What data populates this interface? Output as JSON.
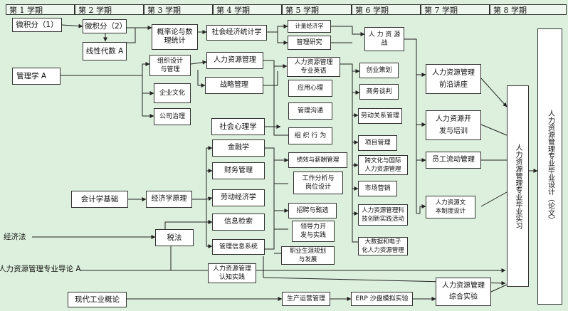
{
  "semesters": [
    "第 1 学期",
    "第 2 学期",
    "第 3 学期",
    "第 4 学期",
    "第 5 学期",
    "第 6 学期",
    "第 7 学期",
    "第 8 学期"
  ],
  "courses": {
    "calc1": "微积分（1）",
    "calc2": "微积分（2）",
    "linear_algebra": "线性代数 A",
    "probability": "概率论与数\n理统计",
    "social_stats": "社会经济统计学",
    "econometrics": "计量经济学",
    "mgmt_research": "管理研究",
    "hr_strategy": "人 力 资 源\n战",
    "mgmt_a": "管理学 A",
    "org_design": "组织设计\n与管理",
    "hrm": "人力资源管理",
    "hr_english": "人力资源管理\n专业英语",
    "entrepreneurship": "创业策划",
    "frontier": "人力资源管理\n前沿讲座",
    "corp_culture": "企业文化",
    "strategic_mgmt": "战略管理",
    "applied_psych": "应用心理",
    "negotiation": "商务谈判",
    "hr_dev": "人力资源开\n发与培训",
    "corp_gov": "公司治理",
    "mgmt_comm": "管理沟通",
    "labor_relations": "劳动关系管理",
    "social_psych": "社会心理学",
    "org_behavior": "组 织 行 为",
    "project_mgmt": "项目管理",
    "finance": "金融学",
    "compensation": "绩效与薪酬管理",
    "cross_cultural": "跨文化与国际\n人力资源管理",
    "turnover": "员工流动管理",
    "financial_mgmt": "财务管理",
    "accounting": "会计学基础",
    "econ_principles": "经济学原理",
    "labor_econ": "劳动经济学",
    "job_analysis": "工作分析与\n岗位设计",
    "marketing": "市场营销",
    "hr_docs": "人力资源文\n本制度设计",
    "info_retrieval": "信息检索",
    "recruitment": "招聘与甄选",
    "hr_practice_sci": "人力资源管理科\n技创新实践活动",
    "econ_law": "经济法",
    "tax_law": "税法",
    "leadership_dev": "领导力开\n发与实践",
    "mis": "管理信息系统",
    "bigdata_hr": "大数据和电子\n化人力资源管理",
    "career_mgmt": "职业生涯规划\n与发展",
    "intro": "人力资源管理专业导论 A",
    "cognitive_practice": "人力资源管理\n认知实践",
    "modern_industry": "现代工业概论",
    "production_ops": "生产运营管理",
    "erp_sim": "ERP 沙盘模拟实验",
    "comprehensive_lab": "人力资源管理\n综合实验",
    "internship": "人力资源管理专业毕业实习",
    "thesis": "人力资源管理专业毕业设计（论文）"
  }
}
